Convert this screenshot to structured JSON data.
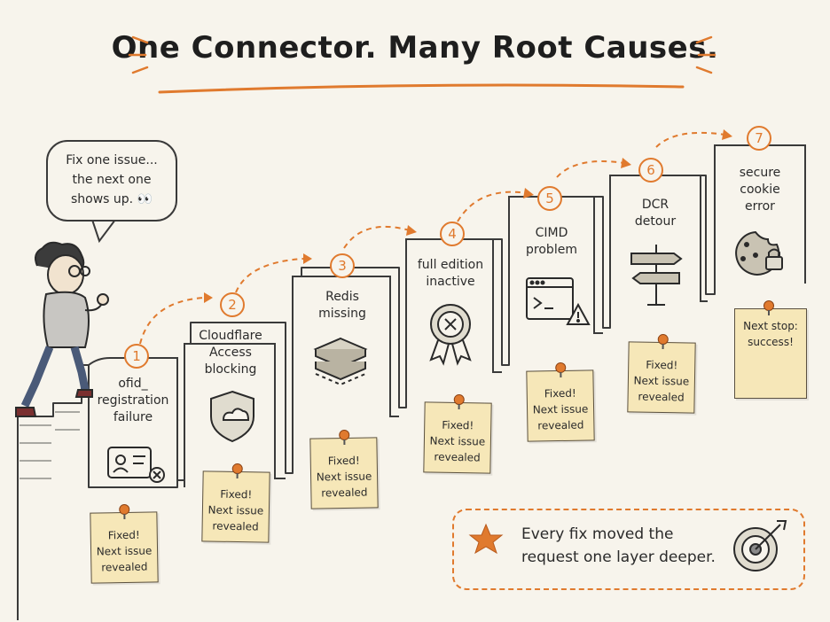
{
  "title": "One Connector. Many Root Causes.",
  "speech_bubble": {
    "lines": [
      "Fix one issue...",
      "the next one",
      "shows up. 👀"
    ]
  },
  "steps": [
    {
      "number": "1",
      "label_lines": [
        "ofid_",
        "registration",
        "failure"
      ],
      "icon": "id-card-x-icon",
      "note_lines": [
        "Fixed!",
        "Next issue",
        "revealed"
      ]
    },
    {
      "number": "2",
      "label_lines": [
        "Cloudflare",
        "Access",
        "blocking"
      ],
      "icon": "shield-cloud-icon",
      "note_lines": [
        "Fixed!",
        "Next issue",
        "revealed"
      ]
    },
    {
      "number": "3",
      "label_lines": [
        "Redis",
        "missing"
      ],
      "icon": "database-stack-icon",
      "note_lines": [
        "Fixed!",
        "Next issue",
        "revealed"
      ]
    },
    {
      "number": "4",
      "label_lines": [
        "full edition",
        "inactive"
      ],
      "icon": "badge-x-icon",
      "note_lines": [
        "Fixed!",
        "Next issue",
        "revealed"
      ]
    },
    {
      "number": "5",
      "label_lines": [
        "CIMD",
        "problem"
      ],
      "icon": "terminal-warning-icon",
      "note_lines": [
        "Fixed!",
        "Next issue",
        "revealed"
      ]
    },
    {
      "number": "6",
      "label_lines": [
        "DCR",
        "detour"
      ],
      "icon": "signpost-icon",
      "note_lines": [
        "Fixed!",
        "Next issue",
        "revealed"
      ]
    },
    {
      "number": "7",
      "label_lines": [
        "secure",
        "cookie",
        "error"
      ],
      "icon": "cookie-lock-icon",
      "note_lines": [
        "Next stop:",
        "success!"
      ]
    }
  ],
  "callout": {
    "lines": [
      "Every fix moved the",
      "request one layer deeper."
    ],
    "icons": [
      "star-icon",
      "target-icon"
    ]
  },
  "colors": {
    "accent": "#e07a2e",
    "note": "#f6e7b8",
    "ink": "#2a2a2a",
    "background": "#f7f4ec"
  }
}
